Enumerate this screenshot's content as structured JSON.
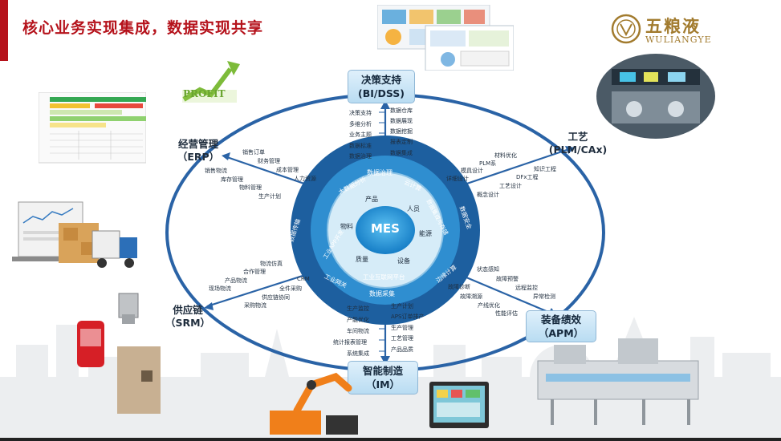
{
  "page": {
    "title": "核心业务实现集成，数据实现共享"
  },
  "logo": {
    "text_cn": "五粮液",
    "text_en": "WULIANGYE"
  },
  "center": {
    "label": "MES"
  },
  "inner_ring": [
    "产品",
    "人员",
    "能源",
    "设备",
    "质量",
    "物料"
  ],
  "middle_ring": [
    "大数据分析",
    "云计算",
    "数据集成与存储",
    "工业互联网平台",
    "工业APP开发"
  ],
  "outer_ring": [
    "数据治理",
    "数据安全",
    "边缘计算",
    "数据采集",
    "工业网关",
    "数据传输"
  ],
  "sections": {
    "bi": {
      "title": "决策支持",
      "subtitle": "(BI/DSS)",
      "left_items": [
        "决策支持",
        "多维分析",
        "业务主题",
        "数据标准",
        "数据治理"
      ],
      "right_items": [
        "数据仓库",
        "数据展现",
        "数据挖掘",
        "报表定制",
        "数据集成"
      ]
    },
    "plm": {
      "title": "工艺",
      "subtitle": "(PLM/CAx)",
      "items": [
        "材料优化",
        "PLM系",
        "知识工程",
        "模具设计",
        "DFx工程",
        "详细设计",
        "工艺设计",
        "概念设计"
      ]
    },
    "erp": {
      "title": "经营管理",
      "subtitle": "（ERP）",
      "items": [
        "销售订单",
        "财务管理",
        "销售物流",
        "成本管理",
        "库存管理",
        "人力资源",
        "物料管理",
        "生产计划"
      ]
    },
    "srm": {
      "title": "供应链",
      "subtitle": "（SRM）",
      "items": [
        "物流仿真",
        "合作管理",
        "CRM",
        "产品物流",
        "全件采购",
        "现场物流",
        "供应链协同",
        "采购物流"
      ]
    },
    "im": {
      "title": "智能制造",
      "subtitle": "（IM）",
      "left_items": [
        "生产监控",
        "产能优化",
        "车间物流",
        "统计报表管理",
        "系统集成"
      ],
      "right_items": [
        "生产计划",
        "APS订单排产",
        "生产管理",
        "工艺管理",
        "产品品质"
      ]
    },
    "apm": {
      "title": "装备绩效",
      "subtitle": "（APM）",
      "items": [
        "状态感知",
        "故障预警",
        "故障诊断",
        "远程监控",
        "故障溯源",
        "异常检测",
        "产线优化",
        "性能评估"
      ]
    }
  },
  "images": {
    "profit_text": "PROFIT"
  },
  "colors": {
    "accent": "#b5121b",
    "ring_outer": "#1f67a8",
    "ring_middle": "#2c86c7",
    "center": "#1790d8",
    "gold_logo": "#a27b2e"
  }
}
